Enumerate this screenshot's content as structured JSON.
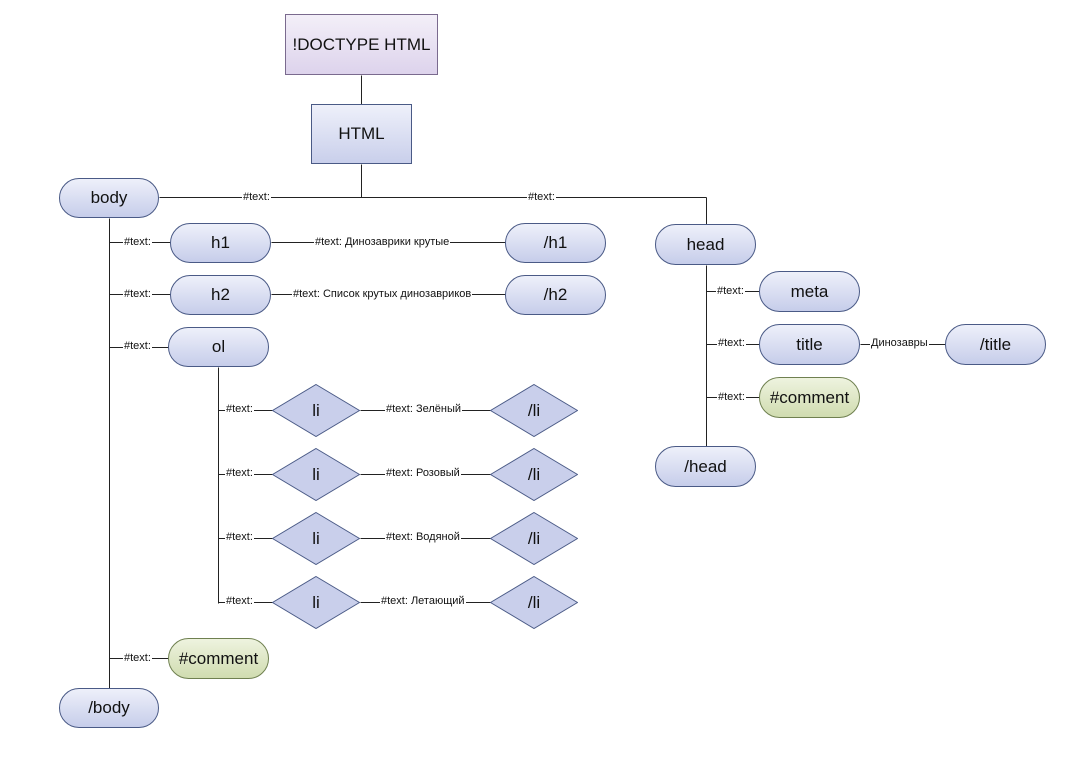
{
  "nodes": {
    "doctype": "!DOCTYPE HTML",
    "html": "HTML",
    "body": "body",
    "body_end": "/body",
    "h1": "h1",
    "h1_end": "/h1",
    "h2": "h2",
    "h2_end": "/h2",
    "ol": "ol",
    "li_1": "li",
    "li_1_end": "/li",
    "li_2": "li",
    "li_2_end": "/li",
    "li_3": "li",
    "li_3_end": "/li",
    "li_4": "li",
    "li_4_end": "/li",
    "body_comment": "#comment",
    "head": "head",
    "head_end": "/head",
    "meta": "meta",
    "title": "title",
    "title_end": "/title",
    "head_comment": "#comment"
  },
  "edge_labels": {
    "html_body": "#text:",
    "html_head": "#text:",
    "body_h1": "#text:",
    "h1_text": "#text: Динозаврики крутые",
    "body_h2": "#text:",
    "h2_text": "#text: Список крутых динозавриков",
    "body_ol": "#text:",
    "ol_li_1": "#text:",
    "li_1_text": "#text: Зелёный",
    "ol_li_2": "#text:",
    "li_2_text": "#text: Розовый",
    "ol_li_3": "#text:",
    "li_3_text": "#text: Водяной",
    "ol_li_4": "#text:",
    "li_4_text": "#text: Летающий",
    "body_comment": "#text:",
    "head_meta": "#text:",
    "head_title": "#text:",
    "title_text": "Динозавры",
    "head_comment": "#text:"
  },
  "colors": {
    "element_fill": "#c9cfeb",
    "element_border": "#4a5a86",
    "doctype_fill": "#ddd3ec",
    "comment_fill": "#d0dcb0",
    "line": "#222222"
  }
}
